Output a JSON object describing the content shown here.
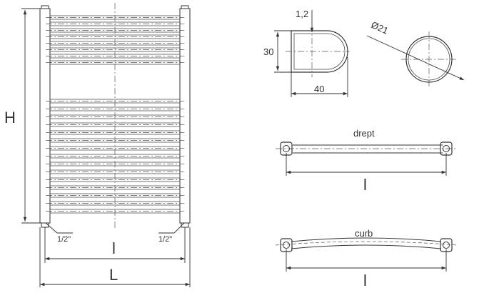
{
  "front_view": {
    "height_label": "H",
    "length_label": "L",
    "axis_distance_label": "l",
    "connection_left": "1/2\"",
    "connection_right": "1/2\""
  },
  "profile_section": {
    "wall_thickness_label": "1,2",
    "height_label": "30",
    "width_label": "40"
  },
  "tube_section": {
    "diameter_label": "Ø21"
  },
  "straight_variant": {
    "title": "drept",
    "distance_label": "l"
  },
  "curved_variant": {
    "title": "curb",
    "distance_label": "l"
  }
}
